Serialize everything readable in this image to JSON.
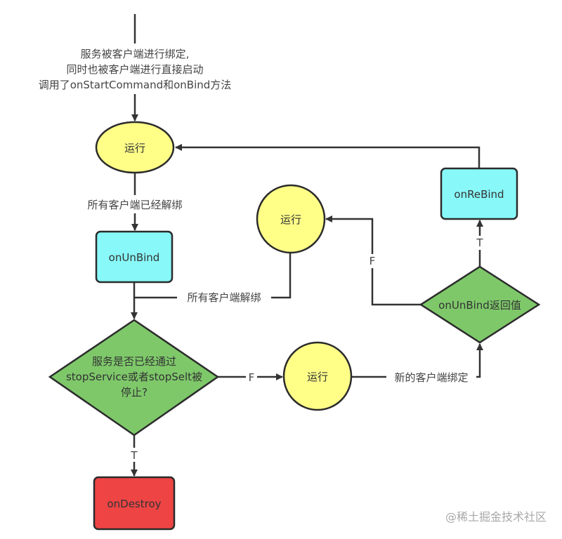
{
  "diagram": {
    "intro_label": {
      "lines": [
        "服务被客户端进行绑定,",
        "同时也被客户端进行直接启动",
        "调用了onStartCommand和onBind方法"
      ]
    },
    "nodes": {
      "running_main": {
        "label": "运行",
        "shape": "ellipse",
        "color": "#ffff88"
      },
      "on_unbind": {
        "label": "onUnBind",
        "shape": "rounded-rect",
        "color": "#88f8f8"
      },
      "running_waiting": {
        "label": "运行",
        "shape": "circle",
        "color": "#ffff88"
      },
      "stopped_decision": {
        "label_lines": [
          "服务是否已经通过",
          "stopService或者stopSelt被",
          "停止?"
        ],
        "shape": "diamond",
        "color": "#7ec86a"
      },
      "running_continue": {
        "label": "运行",
        "shape": "circle",
        "color": "#ffff88"
      },
      "on_destroy": {
        "label": "onDestroy",
        "shape": "rounded-rect",
        "color": "#ee4444"
      },
      "unbind_return_decision": {
        "label": "onUnBind返回值",
        "shape": "diamond",
        "color": "#7ec86a"
      },
      "on_rebind": {
        "label": "onReBind",
        "shape": "rounded-rect",
        "color": "#88f8f8"
      }
    },
    "edges": {
      "all_clients_unbound": "所有客户端已经解绑",
      "all_clients_unbind": "所有客户端解绑",
      "decision_false": "F",
      "decision_true": "T",
      "new_client_bind": "新的客户端绑定",
      "return_false": "F",
      "return_true": "T"
    },
    "watermark": "@稀土掘金技术社区"
  }
}
